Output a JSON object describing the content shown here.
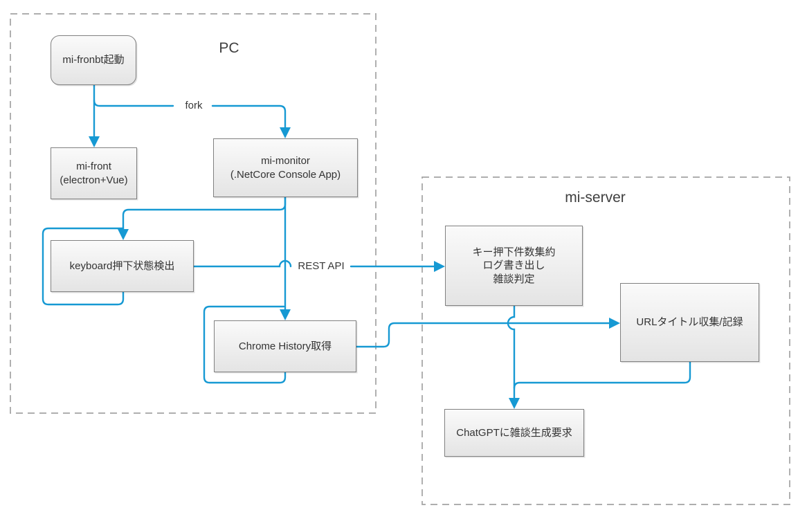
{
  "containers": {
    "pc": {
      "label": "PC"
    },
    "server": {
      "label": "mi-server"
    }
  },
  "nodes": {
    "boot": {
      "label": "mi-fronbt起動"
    },
    "front": {
      "label": "mi-front\n(electron+Vue)"
    },
    "monitor": {
      "label": "mi-monitor\n(.NetCore Console App)"
    },
    "keyboard": {
      "label": "keyboard押下状態検出"
    },
    "chrome": {
      "label": "Chrome History取得"
    },
    "aggregate": {
      "label": "キー押下件数集約\nログ書き出し\n雑談判定"
    },
    "url": {
      "label": "URLタイトル収集/記録"
    },
    "chatgpt": {
      "label": "ChatGPTに雑談生成要求"
    }
  },
  "edges": {
    "fork": {
      "label": "fork"
    },
    "rest_api": {
      "label": "REST API"
    }
  },
  "colors": {
    "connector": "#1699D3",
    "box_border": "#808080",
    "container_border": "#A3A3A3",
    "text": "#333333"
  }
}
